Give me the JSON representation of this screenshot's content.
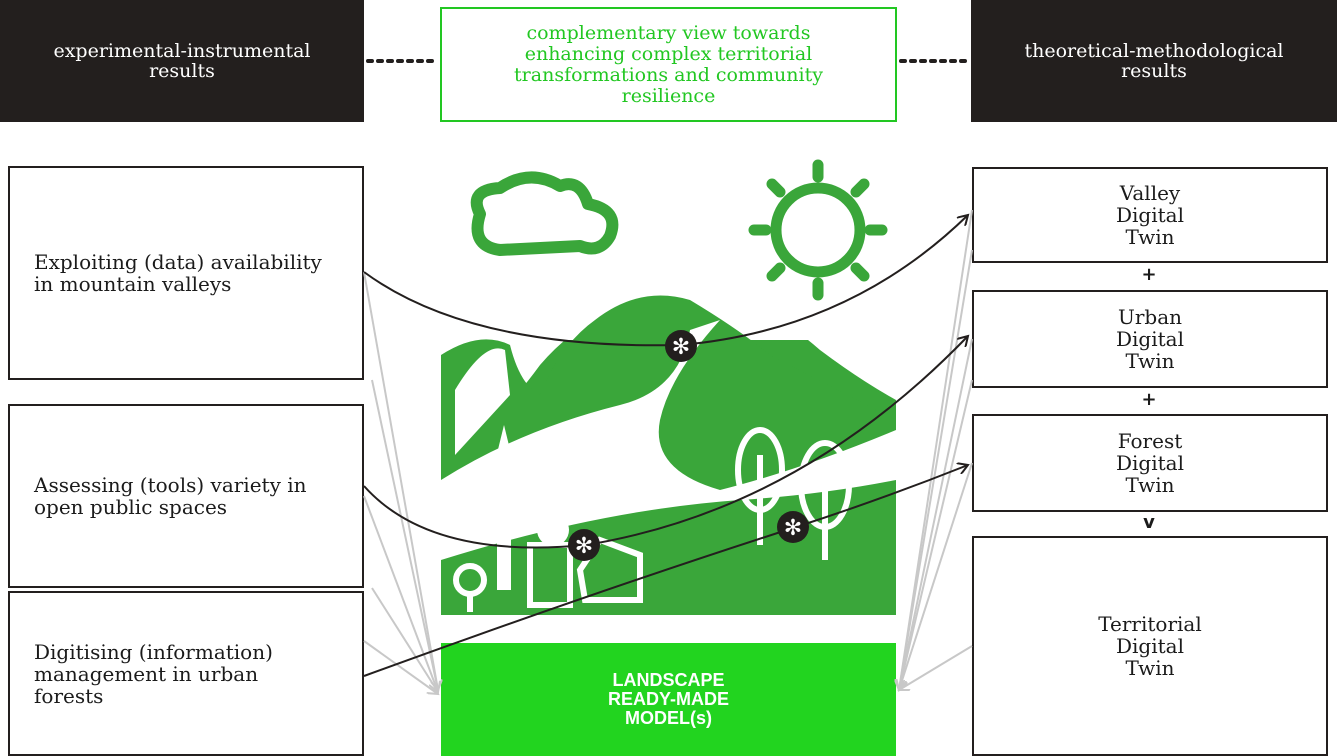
{
  "header": {
    "left": "experimental-instrumental\nresults",
    "center": "complementary view towards\nenhancing complex territorial\ntransformations and community\nresilience",
    "right": "theoretical-methodological\nresults"
  },
  "left_boxes": [
    "Exploiting (data) availability\nin mountain valleys",
    "Assessing (tools) variety in\nopen public spaces",
    "Digitising (information)\nmanagement in urban\nforests"
  ],
  "center_label": "LANDSCAPE\nREADY-MADE\nMODEL(s)",
  "right_boxes": [
    "Valley\nDigital\nTwin",
    "Urban\nDigital\nTwin",
    "Forest\nDigital\nTwin",
    "Territorial\nDigital\nTwin"
  ],
  "separators": [
    "+",
    "+",
    "v"
  ],
  "colors": {
    "green": "#22c722",
    "dark": "#231f1e",
    "grey_line": "#c8c8c8"
  }
}
